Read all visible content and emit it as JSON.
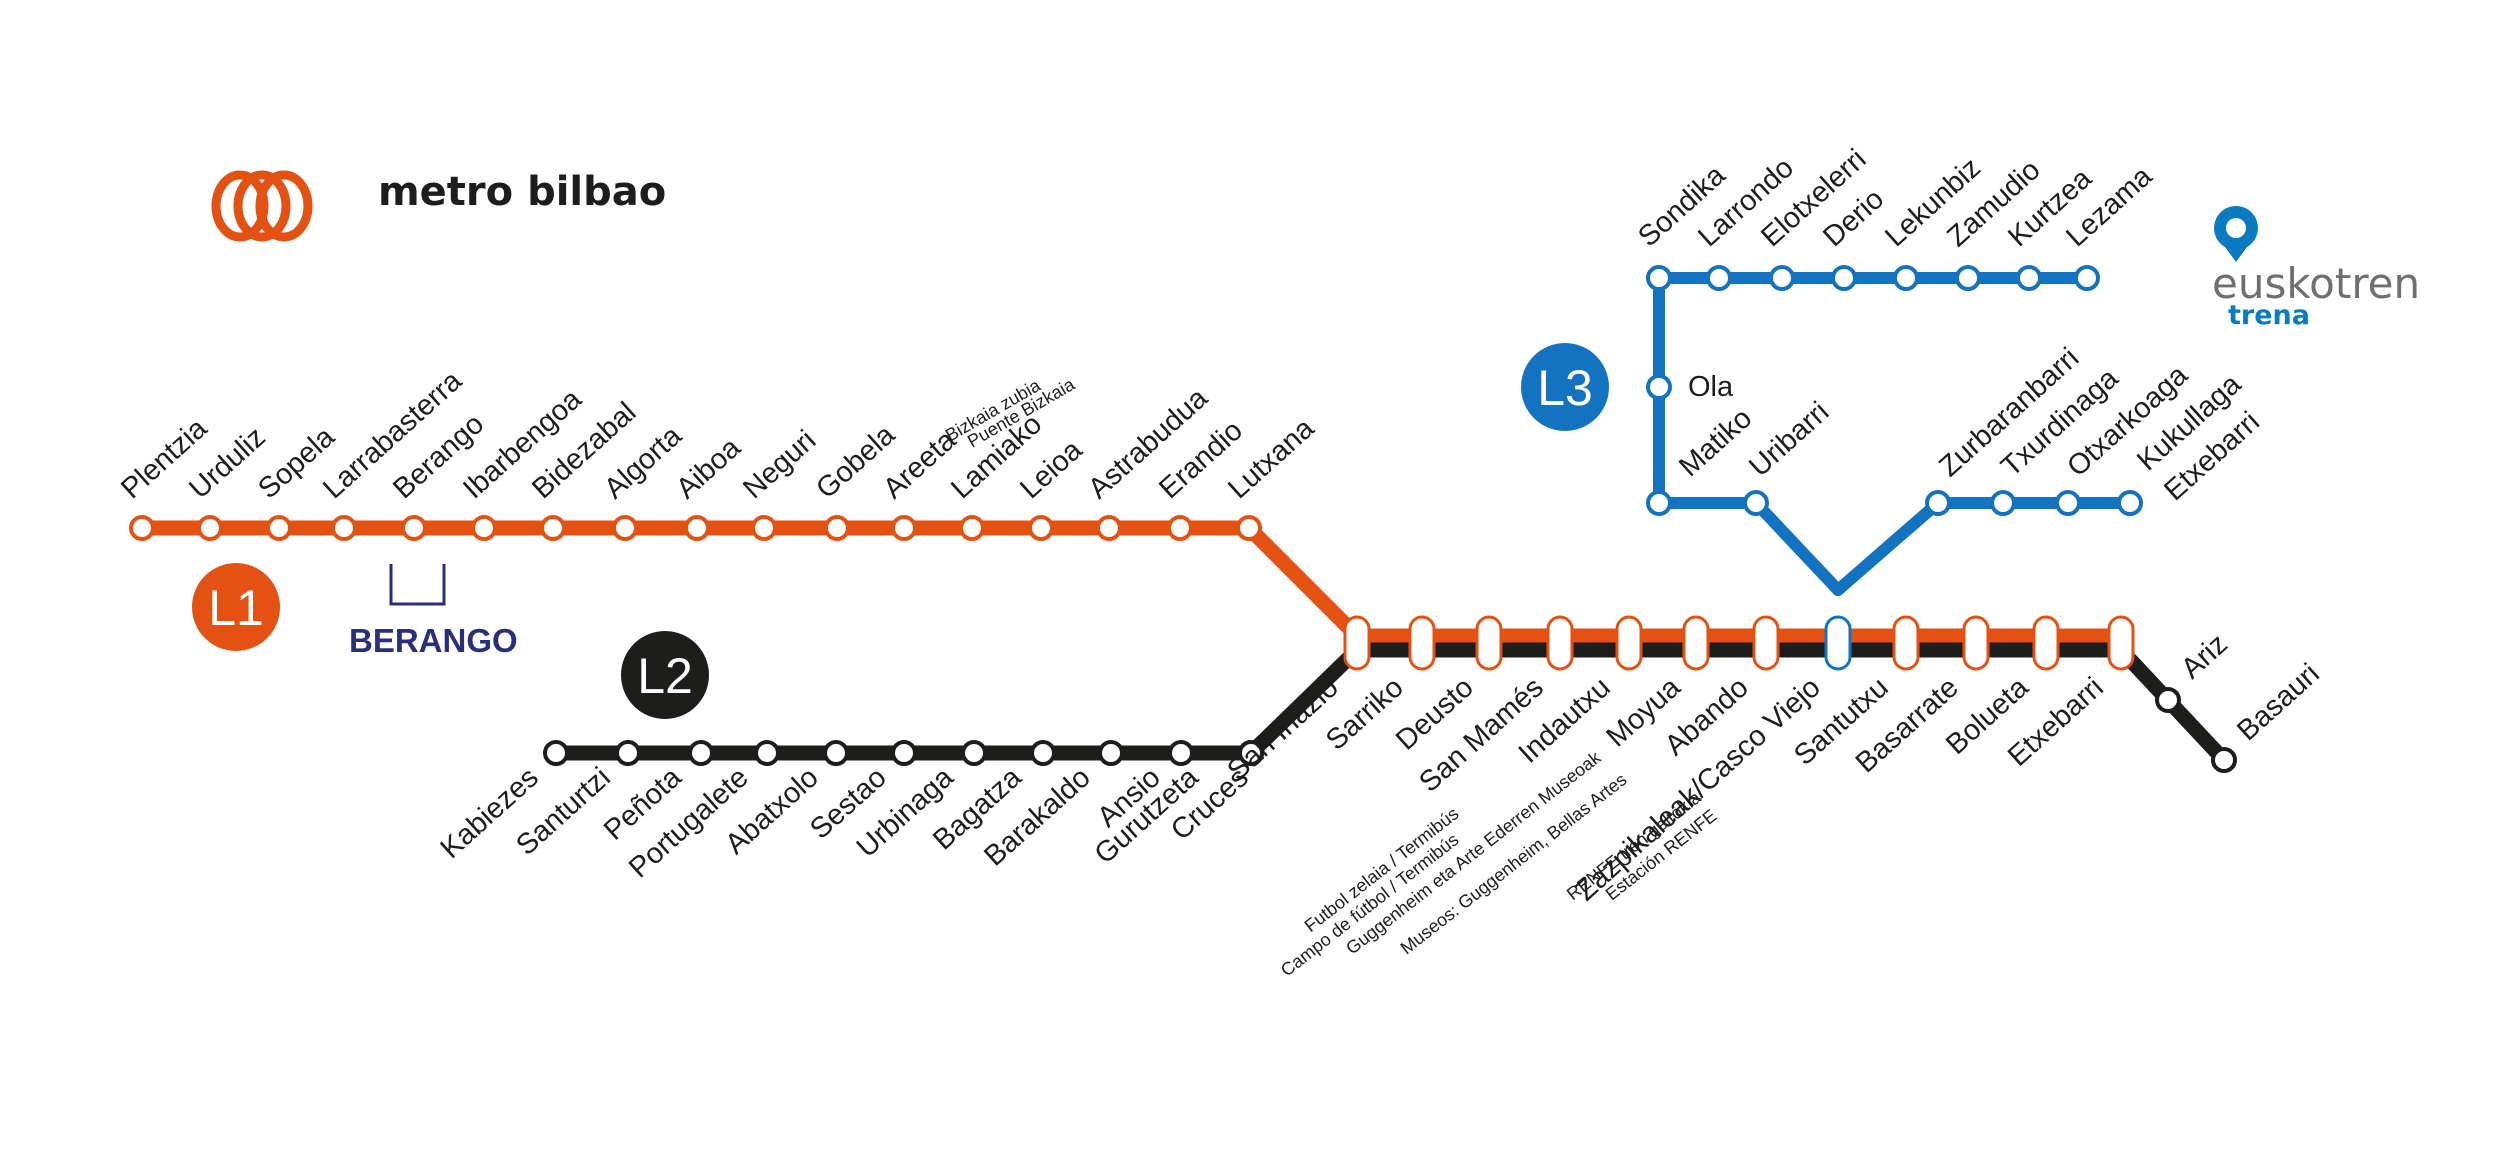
{
  "colors": {
    "l1": "#e35113",
    "l2": "#1d1d1b",
    "l3": "#1473c0",
    "berango": "#2b2e7d",
    "euskotren_blue": "#0a7bc1",
    "euskotren_gray": "#6f6f6e"
  },
  "header": {
    "metro_logo_text": "metro bilbao",
    "euskotren_name": "euskotren",
    "euskotren_sub": "trena"
  },
  "badges": {
    "l1": "L1",
    "l2": "L2",
    "l3": "L3"
  },
  "berango_label": "BERANGO",
  "lines": {
    "l1_branch": [
      "Plentzia",
      "Urduliz",
      "Sopela",
      "Larrabasterra",
      "Berango",
      "Ibarbengoa",
      "Bidezabal",
      "Algorta",
      "Aiboa",
      "Neguri",
      "Gobela",
      "Areeta",
      "Lamiako",
      "Leioa",
      "Astrabudua",
      "Erandio",
      "Lutxana"
    ],
    "l2_branch": [
      "Kabiezes",
      "Santurtzi",
      "Peñota",
      "Portugalete",
      "Abatxolo",
      "Sestao",
      "Urbinaga",
      "Bagatza",
      "Barakaldo",
      "Ansio",
      "Gurutzeta",
      "Cruces"
    ],
    "trunk": [
      "San Inazio",
      "Sarriko",
      "Deusto",
      "San Mamés",
      "Indautxu",
      "Moyua",
      "Abando",
      "Zazpikaleak/Casco Viejo",
      "Santutxu",
      "Basarrate",
      "Bolueta",
      "Etxebarri"
    ],
    "l2_end": [
      "Ariz",
      "Basauri"
    ],
    "l3_north": [
      "Sondika",
      "Larrondo",
      "Elotxelerri",
      "Derio",
      "Lekunbiz",
      "Zamudio",
      "Kurtzea",
      "Lezama"
    ],
    "l3_mid": [
      "Ola",
      "Matiko",
      "Uribarri"
    ],
    "l3_east": [
      "Zurbaranbarri",
      "Txurdinaga",
      "Otxarkoaga",
      "Kukullaga",
      "Etxebarri"
    ]
  },
  "subtitles": {
    "areeta_1": "Bizkaia zubia",
    "areeta_2": "Puente Bizkaia",
    "sanmames_1": "Futbol zelaia / Termibús",
    "sanmames_2": "Campo de fútbol / Termibús",
    "moyua_1": "Guggenheim eta Arte Ederren Museoak",
    "moyua_2": "Museos: Guggenheim, Bellas Artes",
    "abando_1": "RENFE tren geltokia",
    "abando_2": "Estación RENFE"
  }
}
